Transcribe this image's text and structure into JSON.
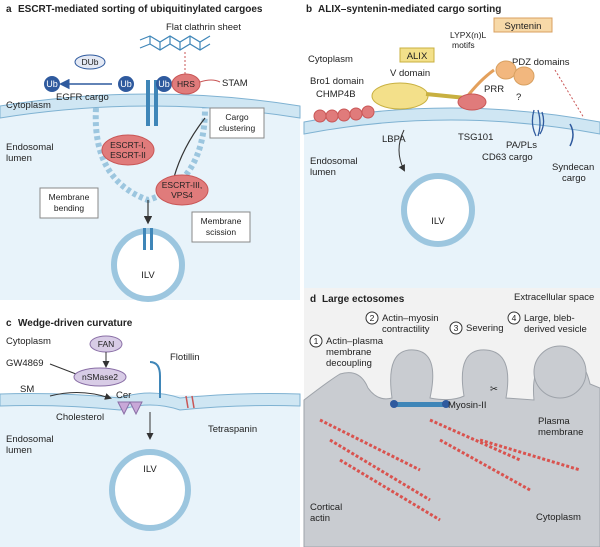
{
  "panels": {
    "a": {
      "letter": "a",
      "title": "ESCRT-mediated sorting of ubiquitinylated cargoes",
      "flat_clathrin_sheet": "Flat clathrin sheet",
      "dub": "DUb",
      "ub": "Ub",
      "hrs": "HRS",
      "stam": "STAM",
      "egfr_cargo": "EGFR cargo",
      "cytoplasm": "Cytoplasm",
      "endosomal_lumen": [
        "Endosomal",
        "lumen"
      ],
      "escrt_1_2": [
        "ESCRT-I,",
        "ESCRT-II"
      ],
      "escrt_3": [
        "ESCRT-III,",
        "VPS4"
      ],
      "cargo_clustering": [
        "Cargo",
        "clustering"
      ],
      "membrane_bending": [
        "Membrane",
        "bending"
      ],
      "membrane_scission": [
        "Membrane",
        "scission"
      ],
      "ilv": "ILV"
    },
    "b": {
      "letter": "b",
      "title": "ALIX–syntenin-mediated cargo sorting",
      "syntenin": "Syntenin",
      "alix": "ALIX",
      "lypx_motifs": [
        "LYPX(n)L",
        "motifs"
      ],
      "cytoplasm": "Cytoplasm",
      "bro1_domain": "Bro1 domain",
      "v_domain": "V domain",
      "pdz_domains": "PDZ domains",
      "chmp4b": "CHMP4B",
      "prr": "PRR",
      "question": "?",
      "lbpa": "LBPA",
      "tsg101": "TSG101",
      "pa_pls": "PA/PLs",
      "cd63_cargo": "CD63 cargo",
      "syndecan_cargo": [
        "Syndecan",
        "cargo"
      ],
      "endosomal_lumen": [
        "Endosomal",
        "lumen"
      ],
      "ilv": "ILV"
    },
    "c": {
      "letter": "c",
      "title": "Wedge-driven curvature",
      "cytoplasm": "Cytoplasm",
      "fan": "FAN",
      "gw4869": "GW4869",
      "nsmase2": "nSMase2",
      "flotillin": "Flotillin",
      "sm": "SM",
      "cer": "Cer",
      "cholesterol": "Cholesterol",
      "tetraspanin": "Tetraspanin",
      "endosomal_lumen": [
        "Endosomal",
        "lumen"
      ],
      "ilv": "ILV"
    },
    "d": {
      "letter": "d",
      "title": "Large ectosomes",
      "extracellular_space": "Extracellular space",
      "step1": {
        "num": "1",
        "label": [
          "Actin–plasma",
          "membrane",
          "decoupling"
        ]
      },
      "step2": {
        "num": "2",
        "label": [
          "Actin–myosin",
          "contractility"
        ]
      },
      "step3": {
        "num": "3",
        "label": [
          "Severing"
        ]
      },
      "step4": {
        "num": "4",
        "label": [
          "Large, bleb-",
          "derived vesicle"
        ]
      },
      "myosin": "Myosin-II",
      "plasma_membrane": [
        "Plasma",
        "membrane"
      ],
      "cortical_actin": [
        "Cortical",
        "actin"
      ],
      "cytoplasm": "Cytoplasm"
    }
  },
  "colors": {
    "membrane_fill": "#cfe6f3",
    "membrane_stroke": "#7fb2d2",
    "red_protein": "#e07b7b",
    "red_dark": "#c95656",
    "yellow_alix": "#f3e08a",
    "orange_syntenin": "#f2b77e",
    "lilac": "#d8cce6",
    "lilac_dark": "#8a6fa6",
    "ub_blue": "#2f5a9e",
    "cargo_blue": "#3f86b8",
    "actin_red": "#d9534f",
    "panel_d_bg": "#f2f2f2"
  }
}
